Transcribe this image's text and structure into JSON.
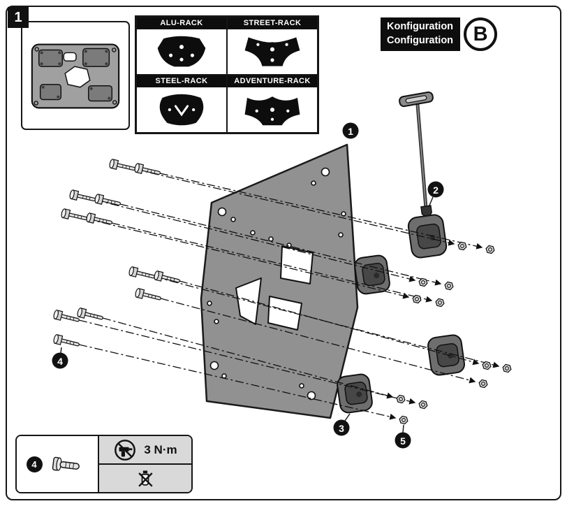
{
  "page": {
    "step_number": "1"
  },
  "rack_grid": {
    "items": [
      {
        "label": "ALU-RACK"
      },
      {
        "label": "STREET-RACK"
      },
      {
        "label": "STEEL-RACK"
      },
      {
        "label": "ADVENTURE-RACK"
      }
    ]
  },
  "configuration": {
    "line1": "Konfiguration",
    "line2": "Configuration",
    "letter": "B"
  },
  "callouts": {
    "plate": "1",
    "clamp_upper": "2",
    "clamp_lower": "3",
    "screw": "4",
    "nut": "5"
  },
  "legend": {
    "item_number": "4",
    "torque": "3 N·m"
  },
  "colors": {
    "ink": "#111111",
    "plate_gray": "#919191",
    "panel_gray": "#d9d9d9"
  }
}
